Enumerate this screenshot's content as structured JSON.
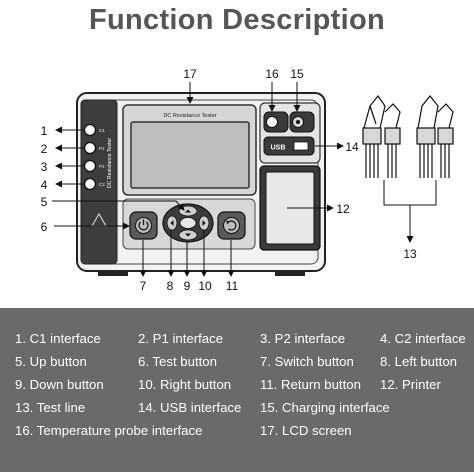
{
  "title": "Function Description",
  "device": {
    "screen_label": "DC Resistance Tester",
    "side_label": "DC Resistance Tester",
    "usb_label": "USB"
  },
  "callouts": [
    "1",
    "2",
    "3",
    "4",
    "5",
    "6",
    "7",
    "8",
    "9",
    "10",
    "11",
    "12",
    "13",
    "14",
    "15",
    "16",
    "17"
  ],
  "legend": [
    "1. C1 interface",
    "2. P1 interface",
    "3. P2 interface",
    "4. C2 interface",
    "5. Up button",
    "6. Test button",
    "7. Switch button",
    "8. Left button",
    "9. Down button",
    "10. Right button",
    "11. Return button",
    "12. Printer",
    "13. Test line",
    "14. USB interface",
    "15. Charging interface",
    "16. Temperature probe interface",
    "17. LCD screen"
  ]
}
